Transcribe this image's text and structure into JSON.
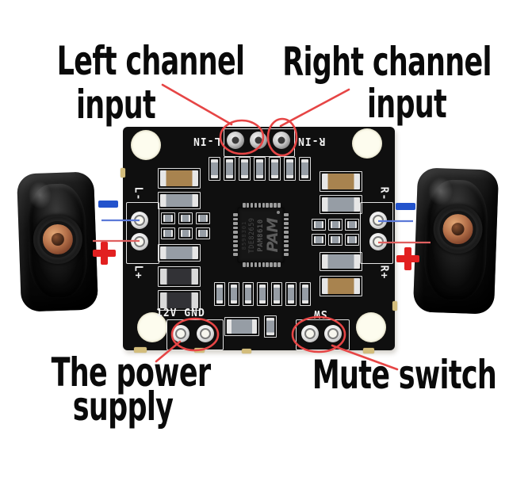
{
  "annotations": {
    "left_channel": {
      "line1": "Left channel",
      "line2": "input"
    },
    "right_channel": {
      "line1": "Right channel",
      "line2": "input"
    },
    "power": {
      "line1": "The power",
      "line2": "supply"
    },
    "mute": {
      "label": "Mute switch"
    }
  },
  "board_labels": {
    "l_in": "L-IN",
    "r_in": "R-IN",
    "l_minus": "L-",
    "l_plus": "L+",
    "r_minus": "R-",
    "r_plus": "R+",
    "supply": "12V GND",
    "sw": "SW"
  },
  "chip": {
    "code": "8598301",
    "lot": "TDE82659",
    "part": "PAM8610",
    "logo": "PAM"
  },
  "colors": {
    "annotation_red": "#e64545",
    "wire_blue": "#2353cc",
    "wire_blue_line": "#5b79d8",
    "wire_red_line": "#e06060",
    "marker_red": "#e22020",
    "board": "#0f0f0f",
    "silkscreen": "#f2f2f2"
  }
}
